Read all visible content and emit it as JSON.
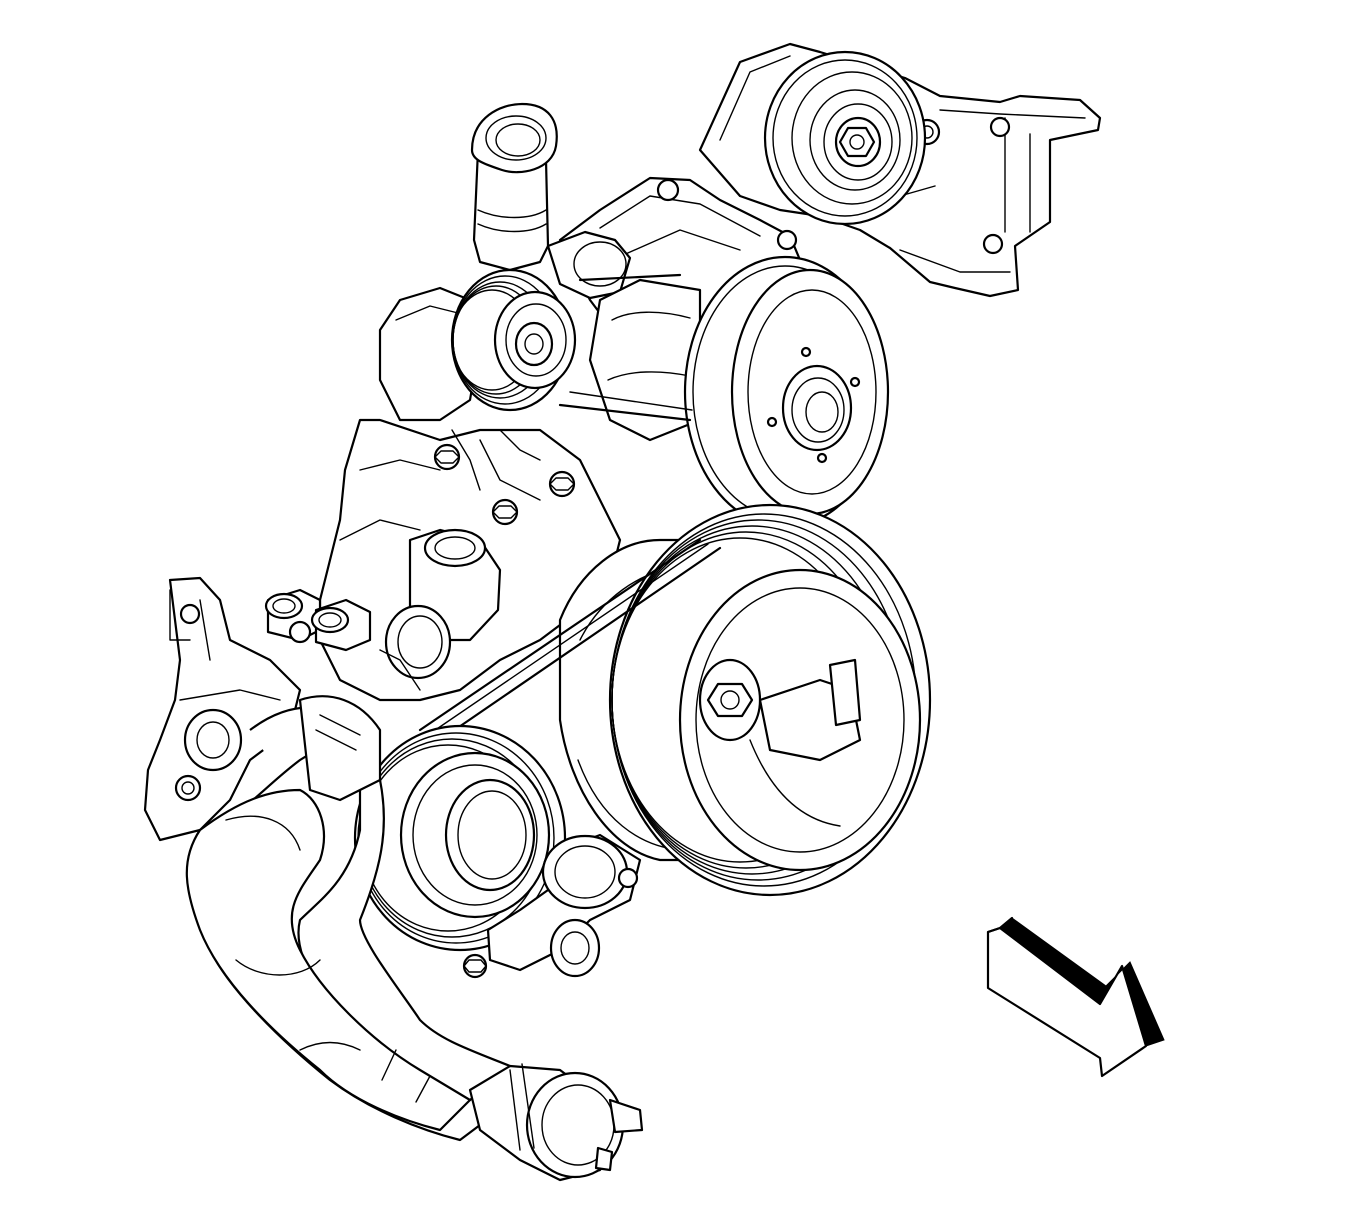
{
  "diagram": {
    "type": "line-art illustration",
    "colors": {
      "line": "#000000",
      "background": "#ffffff"
    },
    "parts": [
      {
        "name": "idler-pulley-upper"
      },
      {
        "name": "belt-tensioner-pulley"
      },
      {
        "name": "water-pump-pulley"
      },
      {
        "name": "crankshaft-balancer"
      },
      {
        "name": "lower-idler-pulley"
      },
      {
        "name": "drive-belt"
      },
      {
        "name": "coolant-outlet-pipe"
      },
      {
        "name": "radiator-hose"
      },
      {
        "name": "hose-clamp"
      },
      {
        "name": "thermostat-housing"
      },
      {
        "name": "mounting-bracket"
      },
      {
        "name": "front-view-arrow"
      }
    ]
  }
}
